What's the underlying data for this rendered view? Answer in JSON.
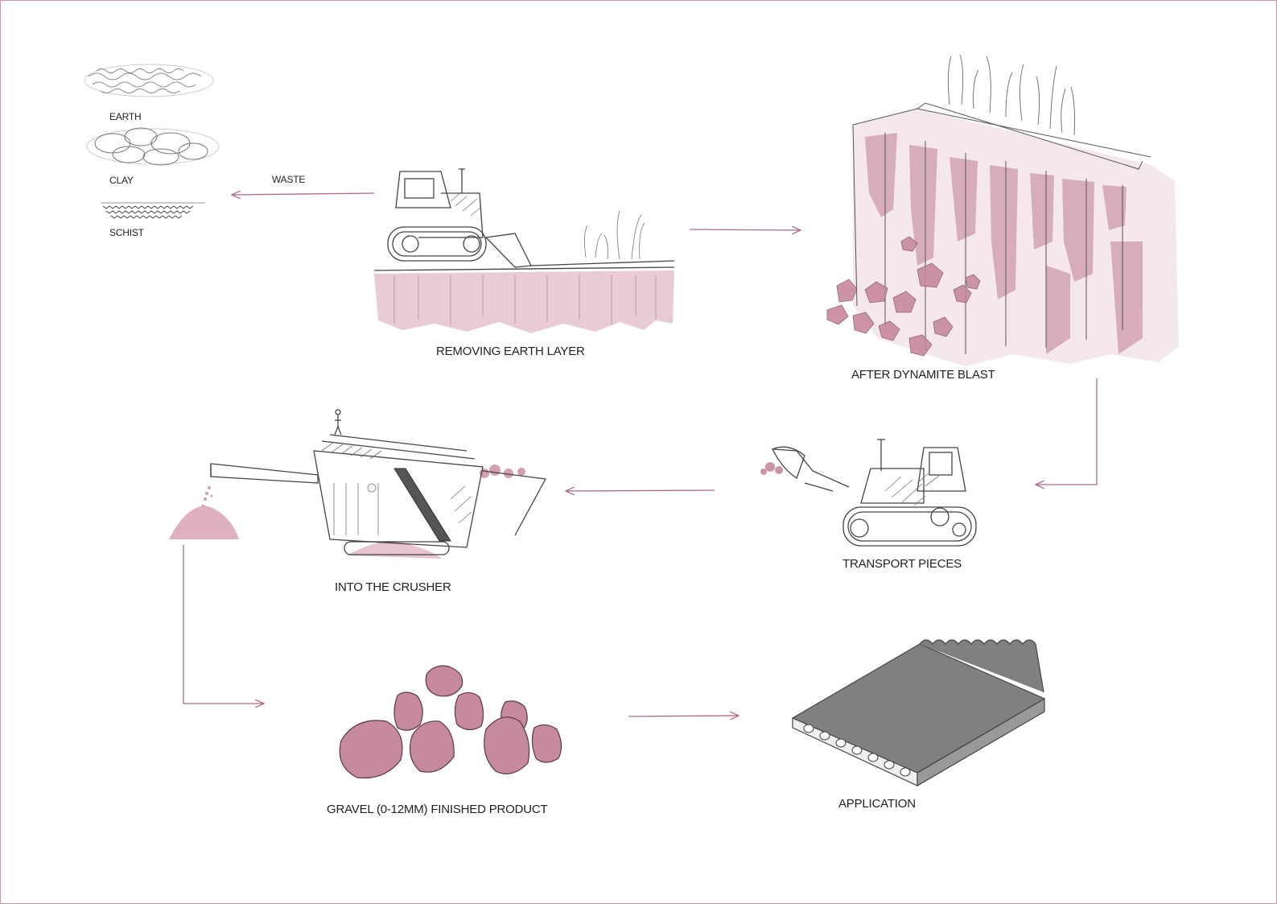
{
  "diagram": {
    "colors": {
      "accent": "#b06a82",
      "rock_fill": "#c7899c",
      "rock_light": "#e9ccd4",
      "sketch": "#555555",
      "slab": "#808080"
    },
    "layers": {
      "earth": "EARTH",
      "clay": "CLAY",
      "schist": "SCHIST"
    },
    "waste_label": "WASTE",
    "steps": {
      "removing": "REMOVING EARTH LAYER",
      "blast": "AFTER DYNAMITE BLAST",
      "transport": "TRANSPORT PIECES",
      "crusher": "INTO THE CRUSHER",
      "gravel": "GRAVEL (0-12MM) FINISHED PRODUCT",
      "application": "APPLICATION"
    }
  }
}
